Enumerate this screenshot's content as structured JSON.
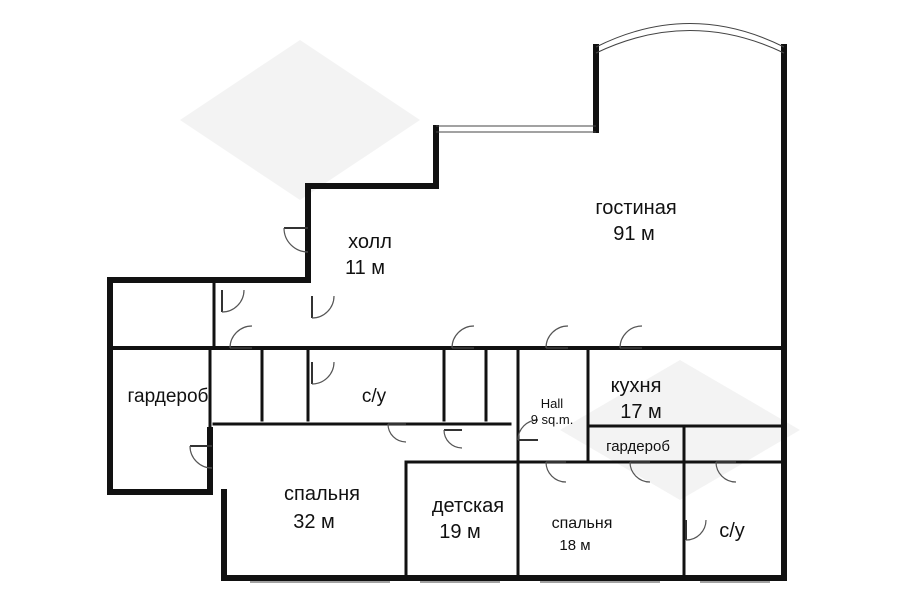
{
  "rooms": {
    "living": {
      "name": "гостиная",
      "area": "91 м"
    },
    "hall": {
      "name": "холл",
      "area": "11 м"
    },
    "wardrobe_left": {
      "name": "гардероб"
    },
    "bathroom_top": {
      "name": "с/у"
    },
    "hall_small": {
      "name": "Hall",
      "area": "9 sq.m."
    },
    "kitchen": {
      "name": "кухня",
      "area": "17 м"
    },
    "wardrobe_small": {
      "name": "гардероб"
    },
    "bedroom_big": {
      "name": "спальня",
      "area": "32 м"
    },
    "kids": {
      "name": "детская",
      "area": "19 м"
    },
    "bedroom_small": {
      "name": "спальня",
      "area": "18 м"
    },
    "bathroom_right": {
      "name": "с/у"
    }
  },
  "colors": {
    "wall": "#111111",
    "background": "#ffffff",
    "watermark": "#e9e9e9"
  }
}
